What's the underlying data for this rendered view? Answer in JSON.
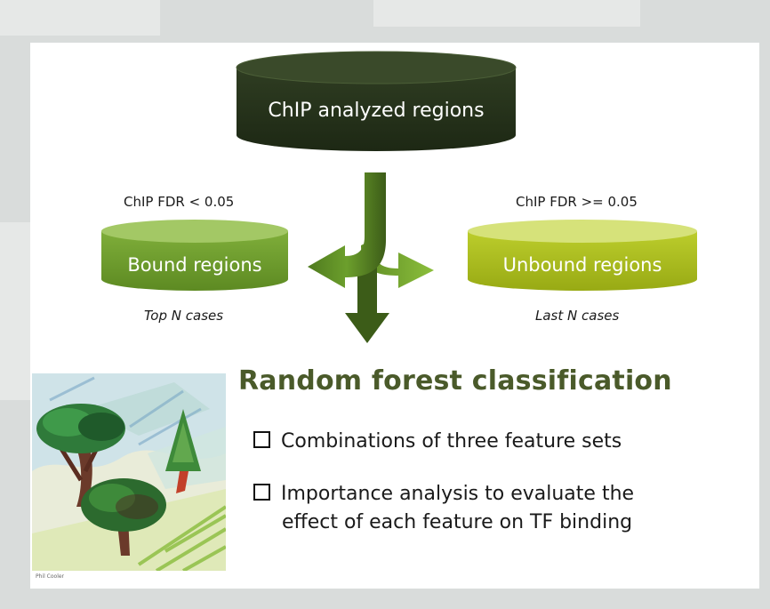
{
  "top_node": {
    "label": "ChIP analyzed regions",
    "color": "#27331c"
  },
  "left_node": {
    "label": "Bound regions",
    "condition": "ChIP FDR < 0.05",
    "subtitle": "Top N cases",
    "color": "#6d9b2c"
  },
  "right_node": {
    "label": "Unbound regions",
    "condition": "ChIP FDR >= 0.05",
    "subtitle": "Last N cases",
    "color": "#b2c220"
  },
  "classification": {
    "heading": "Random forest classification",
    "bullets": [
      {
        "lines": [
          "Combinations of three feature sets"
        ]
      },
      {
        "lines": [
          "Importance analysis to evaluate the",
          "effect of each feature on TF binding"
        ]
      }
    ]
  },
  "illustration": {
    "icon": "tree-painting-icon",
    "credit": "Phil Cooler"
  },
  "arrow_colors": {
    "dark": "#3c5c18",
    "mid": "#5a8a24",
    "light": "#8cbf3c"
  }
}
